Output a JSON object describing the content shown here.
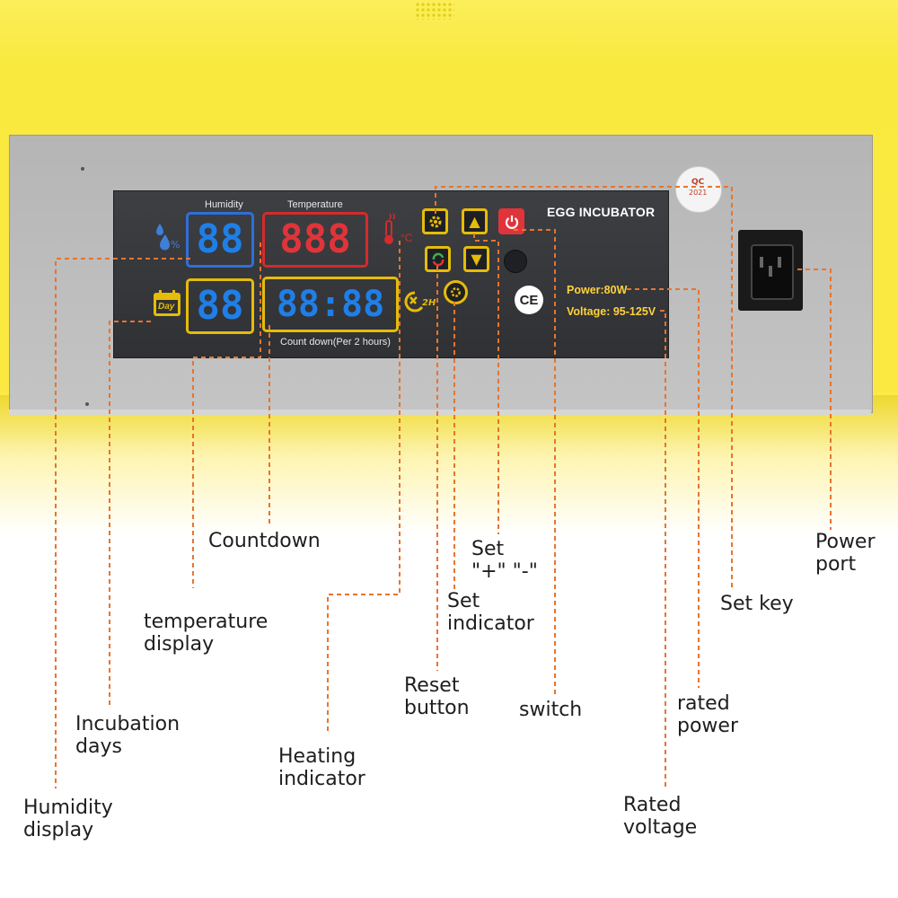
{
  "panel": {
    "humidity_label": "Humidity",
    "temperature_label": "Temperature",
    "humidity_digits": "88",
    "temperature_digits": "888",
    "days_digits": "88",
    "countdown_digits": "88:88",
    "countdown_caption": "Count down(Per 2 hours)",
    "celsius_unit": "°C",
    "day_icon_text": "Day",
    "two_hour_text": "2H",
    "title": "EGG INCUBATOR",
    "power": "Power:80W",
    "voltage": "Voltage: 95-125V",
    "ce_mark": "CE",
    "qc_text": "QC",
    "qc_year": "2021",
    "arrow_up": "▲",
    "arrow_down": "▼",
    "colors": {
      "shell": "#f9e93e",
      "plate": "#bdbdbd",
      "lcd": "#35373b",
      "callout": "#e8742e",
      "seg_blue": "#1f7fe8",
      "seg_red": "#e0343a",
      "frame_yellow": "#e6bc0a"
    }
  },
  "callouts": {
    "countdown": "Countdown",
    "temperature_display": "temperature\ndisplay",
    "incubation_days": "Incubation\ndays",
    "humidity_display": "Humidity\ndisplay",
    "heating_indicator": "Heating\nindicator",
    "reset_button": "Reset\nbutton",
    "set_indicator": "Set\nindicator",
    "set_plus_minus": "Set\n\"+\" \"-\"",
    "switch": "switch",
    "rated_voltage": "Rated\nvoltage",
    "rated_power": "rated\npower",
    "set_key": "Set key",
    "power_port": "Power\nport"
  }
}
